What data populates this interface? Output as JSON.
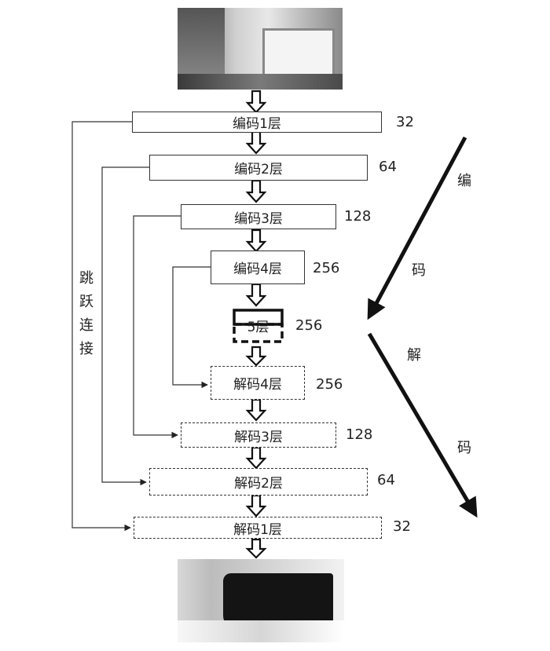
{
  "encoder_layers": [
    {
      "label": "编码1层",
      "channels": "32"
    },
    {
      "label": "编码2层",
      "channels": "64"
    },
    {
      "label": "编码3层",
      "channels": "128"
    },
    {
      "label": "编码4层",
      "channels": "256"
    }
  ],
  "bottleneck": {
    "label": "5层",
    "channels": "256"
  },
  "decoder_layers": [
    {
      "label": "解码4层",
      "channels": "256"
    },
    {
      "label": "解码3层",
      "channels": "128"
    },
    {
      "label": "解码2层",
      "channels": "64"
    },
    {
      "label": "解码1层",
      "channels": "32"
    }
  ],
  "skip_connection_label": [
    "跳",
    "跃",
    "连",
    "接"
  ],
  "encode_label": [
    "编",
    "码"
  ],
  "decode_label": [
    "解",
    "码"
  ]
}
